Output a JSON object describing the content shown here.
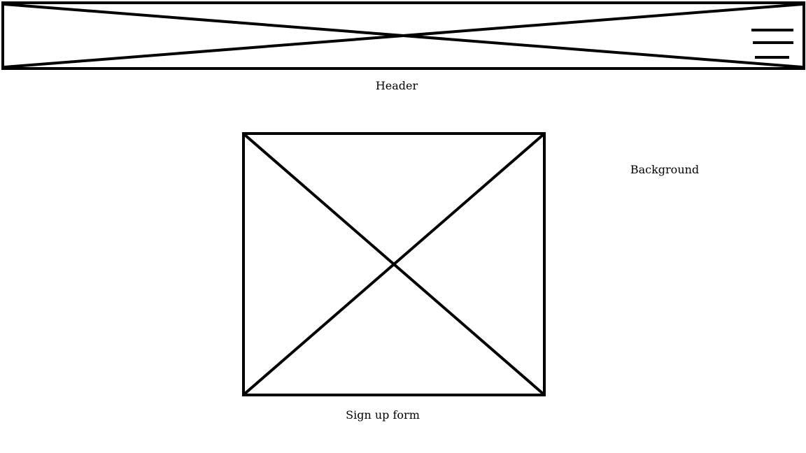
{
  "wireframe": {
    "header_label": "Header",
    "background_label": "Background",
    "signup_form_label": "Sign up form",
    "stroke_color": "#000000",
    "background_color": "#ffffff",
    "icons": [
      "image-placeholder-icon",
      "hamburger-menu-icon"
    ]
  }
}
